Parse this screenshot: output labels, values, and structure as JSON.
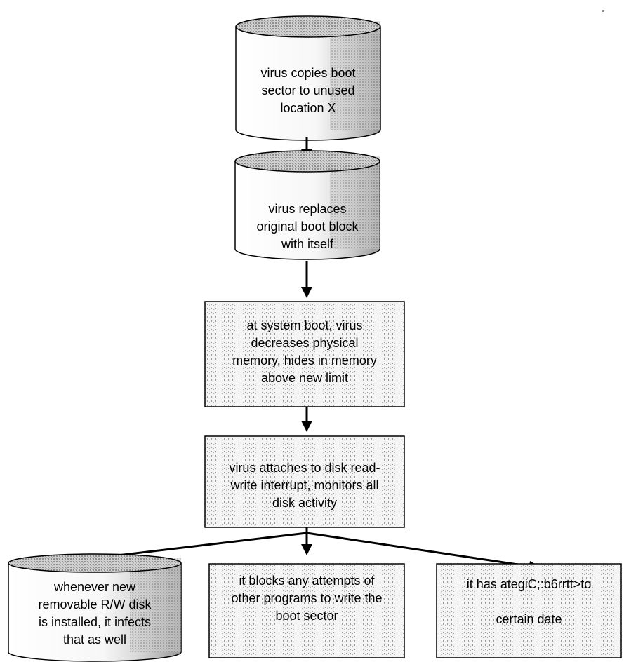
{
  "diagram": {
    "nodes": {
      "disk1": [
        "virus copies boot",
        "sector to unused",
        "location X"
      ],
      "disk2": [
        "virus replaces",
        "original boot block",
        "with itself"
      ],
      "box1": [
        "at system boot, virus",
        "decreases physical",
        "memory, hides in memory",
        "above new limit"
      ],
      "box2": [
        "virus attaches to disk read-",
        "write interrupt, monitors all",
        "disk activity"
      ],
      "disk3": [
        "whenever new",
        "removable R/W disk",
        "is installed, it infects",
        "that as well"
      ],
      "box3": [
        "it blocks any attempts of",
        "other programs to write the",
        "boot sector"
      ],
      "box4": [
        "it has ategiC;:b6rrtt>to",
        "",
        "certain date"
      ]
    },
    "colors": {
      "fill_light": "#f2f2f2",
      "fill_dark": "#c9c9c9",
      "stroke": "#000000"
    }
  }
}
